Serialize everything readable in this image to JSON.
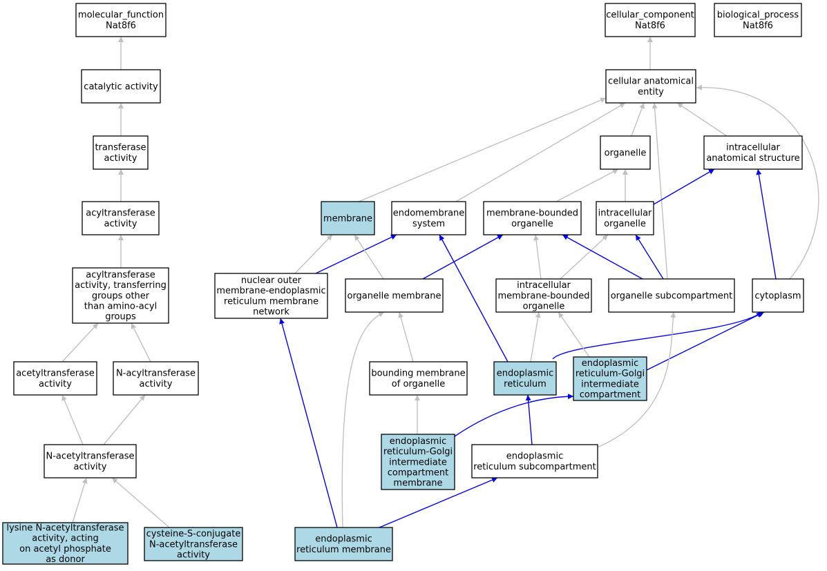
{
  "colors": {
    "annotated_fill": "#add8e6",
    "plain_fill": "#ffffff",
    "is_a_edge": "#c0c0c0",
    "part_of_edge": "#0000ee"
  },
  "nodes": [
    {
      "id": "molecular_function",
      "lines": [
        "molecular_function",
        "Nat8f6"
      ],
      "annotated": false
    },
    {
      "id": "cellular_component",
      "lines": [
        "cellular_component",
        "Nat8f6"
      ],
      "annotated": false
    },
    {
      "id": "biological_process",
      "lines": [
        "biological_process",
        "Nat8f6"
      ],
      "annotated": false
    },
    {
      "id": "catalytic_activity",
      "lines": [
        "catalytic activity"
      ],
      "annotated": false
    },
    {
      "id": "cellular_anatomical_entity",
      "lines": [
        "cellular anatomical",
        "entity"
      ],
      "annotated": false
    },
    {
      "id": "transferase_activity",
      "lines": [
        "transferase",
        "activity"
      ],
      "annotated": false
    },
    {
      "id": "organelle",
      "lines": [
        "organelle"
      ],
      "annotated": false
    },
    {
      "id": "intracellular_anatomical_structure",
      "lines": [
        "intracellular",
        "anatomical structure"
      ],
      "annotated": false
    },
    {
      "id": "acyltransferase_activity",
      "lines": [
        "acyltransferase",
        "activity"
      ],
      "annotated": false
    },
    {
      "id": "membrane",
      "lines": [
        "membrane"
      ],
      "annotated": true
    },
    {
      "id": "endomembrane_system",
      "lines": [
        "endomembrane",
        "system"
      ],
      "annotated": false
    },
    {
      "id": "membrane_bounded_organelle",
      "lines": [
        "membrane-bounded",
        "organelle"
      ],
      "annotated": false
    },
    {
      "id": "intracellular_organelle",
      "lines": [
        "intracellular",
        "organelle"
      ],
      "annotated": false
    },
    {
      "id": "acyltransferase_non_amino_acyl",
      "lines": [
        "acyltransferase",
        "activity, transferring",
        "groups other",
        "than amino-acyl",
        "groups"
      ],
      "annotated": false
    },
    {
      "id": "nuclear_outer_membrane_er_network",
      "lines": [
        "nuclear outer",
        "membrane-endoplasmic",
        "reticulum membrane",
        "network"
      ],
      "annotated": false
    },
    {
      "id": "organelle_membrane",
      "lines": [
        "organelle membrane"
      ],
      "annotated": false
    },
    {
      "id": "intracellular_membrane_bounded_organelle",
      "lines": [
        "intracellular",
        "membrane-bounded",
        "organelle"
      ],
      "annotated": false
    },
    {
      "id": "organelle_subcompartment",
      "lines": [
        "organelle subcompartment"
      ],
      "annotated": false
    },
    {
      "id": "cytoplasm",
      "lines": [
        "cytoplasm"
      ],
      "annotated": false
    },
    {
      "id": "acetyltransferase_activity",
      "lines": [
        "acetyltransferase",
        "activity"
      ],
      "annotated": false
    },
    {
      "id": "n_acyltransferase_activity",
      "lines": [
        "N-acyltransferase",
        "activity"
      ],
      "annotated": false
    },
    {
      "id": "bounding_membrane_of_organelle",
      "lines": [
        "bounding membrane",
        "of organelle"
      ],
      "annotated": false
    },
    {
      "id": "endoplasmic_reticulum",
      "lines": [
        "endoplasmic",
        "reticulum"
      ],
      "annotated": true
    },
    {
      "id": "ergic",
      "lines": [
        "endoplasmic",
        "reticulum-Golgi",
        "intermediate",
        "compartment"
      ],
      "annotated": true
    },
    {
      "id": "ergic_membrane",
      "lines": [
        "endoplasmic",
        "reticulum-Golgi",
        "intermediate",
        "compartment",
        "membrane"
      ],
      "annotated": true
    },
    {
      "id": "er_subcompartment",
      "lines": [
        "endoplasmic",
        "reticulum subcompartment"
      ],
      "annotated": false
    },
    {
      "id": "n_acetyltransferase_activity",
      "lines": [
        "N-acetyltransferase",
        "activity"
      ],
      "annotated": false
    },
    {
      "id": "lysine_n_acetyltransferase",
      "lines": [
        "lysine N-acetyltransferase",
        "activity, acting",
        "on acetyl phosphate",
        "as donor"
      ],
      "annotated": true
    },
    {
      "id": "cysteine_s_conjugate",
      "lines": [
        "cysteine-S-conjugate",
        "N-acetyltransferase",
        "activity"
      ],
      "annotated": true
    },
    {
      "id": "er_membrane",
      "lines": [
        "endoplasmic",
        "reticulum membrane"
      ],
      "annotated": true
    }
  ],
  "edges": [
    {
      "from": "catalytic_activity",
      "to": "molecular_function",
      "type": "is_a"
    },
    {
      "from": "transferase_activity",
      "to": "catalytic_activity",
      "type": "is_a"
    },
    {
      "from": "acyltransferase_activity",
      "to": "transferase_activity",
      "type": "is_a"
    },
    {
      "from": "acyltransferase_non_amino_acyl",
      "to": "acyltransferase_activity",
      "type": "is_a"
    },
    {
      "from": "acetyltransferase_activity",
      "to": "acyltransferase_non_amino_acyl",
      "type": "is_a"
    },
    {
      "from": "n_acyltransferase_activity",
      "to": "acyltransferase_non_amino_acyl",
      "type": "is_a"
    },
    {
      "from": "n_acetyltransferase_activity",
      "to": "acetyltransferase_activity",
      "type": "is_a"
    },
    {
      "from": "n_acetyltransferase_activity",
      "to": "n_acyltransferase_activity",
      "type": "is_a"
    },
    {
      "from": "lysine_n_acetyltransferase",
      "to": "n_acetyltransferase_activity",
      "type": "is_a"
    },
    {
      "from": "cysteine_s_conjugate",
      "to": "n_acetyltransferase_activity",
      "type": "is_a"
    },
    {
      "from": "cellular_anatomical_entity",
      "to": "cellular_component",
      "type": "is_a"
    },
    {
      "from": "membrane",
      "to": "cellular_anatomical_entity",
      "type": "is_a"
    },
    {
      "from": "endomembrane_system",
      "to": "cellular_anatomical_entity",
      "type": "is_a"
    },
    {
      "from": "organelle",
      "to": "cellular_anatomical_entity",
      "type": "is_a"
    },
    {
      "from": "intracellular_anatomical_structure",
      "to": "cellular_anatomical_entity",
      "type": "is_a"
    },
    {
      "from": "organelle_subcompartment",
      "to": "cellular_anatomical_entity",
      "type": "is_a"
    },
    {
      "from": "cytoplasm",
      "to": "cellular_anatomical_entity",
      "type": "is_a"
    },
    {
      "from": "membrane_bounded_organelle",
      "to": "organelle",
      "type": "is_a"
    },
    {
      "from": "intracellular_organelle",
      "to": "organelle",
      "type": "is_a"
    },
    {
      "from": "intracellular_organelle",
      "to": "intracellular_anatomical_structure",
      "type": "part_of"
    },
    {
      "from": "cytoplasm",
      "to": "intracellular_anatomical_structure",
      "type": "part_of"
    },
    {
      "from": "nuclear_outer_membrane_er_network",
      "to": "membrane",
      "type": "is_a"
    },
    {
      "from": "nuclear_outer_membrane_er_network",
      "to": "endomembrane_system",
      "type": "part_of"
    },
    {
      "from": "organelle_membrane",
      "to": "membrane",
      "type": "is_a"
    },
    {
      "from": "organelle_membrane",
      "to": "membrane_bounded_organelle",
      "type": "part_of"
    },
    {
      "from": "intracellular_membrane_bounded_organelle",
      "to": "membrane_bounded_organelle",
      "type": "is_a"
    },
    {
      "from": "intracellular_membrane_bounded_organelle",
      "to": "intracellular_organelle",
      "type": "is_a"
    },
    {
      "from": "organelle_subcompartment",
      "to": "membrane_bounded_organelle",
      "type": "part_of"
    },
    {
      "from": "organelle_subcompartment",
      "to": "intracellular_organelle",
      "type": "part_of"
    },
    {
      "from": "bounding_membrane_of_organelle",
      "to": "organelle_membrane",
      "type": "is_a"
    },
    {
      "from": "endoplasmic_reticulum",
      "to": "endomembrane_system",
      "type": "part_of"
    },
    {
      "from": "endoplasmic_reticulum",
      "to": "intracellular_membrane_bounded_organelle",
      "type": "is_a"
    },
    {
      "from": "endoplasmic_reticulum",
      "to": "cytoplasm",
      "type": "part_of"
    },
    {
      "from": "ergic",
      "to": "intracellular_membrane_bounded_organelle",
      "type": "is_a"
    },
    {
      "from": "ergic",
      "to": "cytoplasm",
      "type": "part_of"
    },
    {
      "from": "ergic_membrane",
      "to": "bounding_membrane_of_organelle",
      "type": "is_a"
    },
    {
      "from": "ergic_membrane",
      "to": "ergic",
      "type": "part_of"
    },
    {
      "from": "er_subcompartment",
      "to": "endoplasmic_reticulum",
      "type": "part_of"
    },
    {
      "from": "er_subcompartment",
      "to": "organelle_subcompartment",
      "type": "is_a"
    },
    {
      "from": "er_membrane",
      "to": "nuclear_outer_membrane_er_network",
      "type": "part_of"
    },
    {
      "from": "er_membrane",
      "to": "organelle_membrane",
      "type": "is_a"
    },
    {
      "from": "er_membrane",
      "to": "er_subcompartment",
      "type": "part_of"
    }
  ]
}
